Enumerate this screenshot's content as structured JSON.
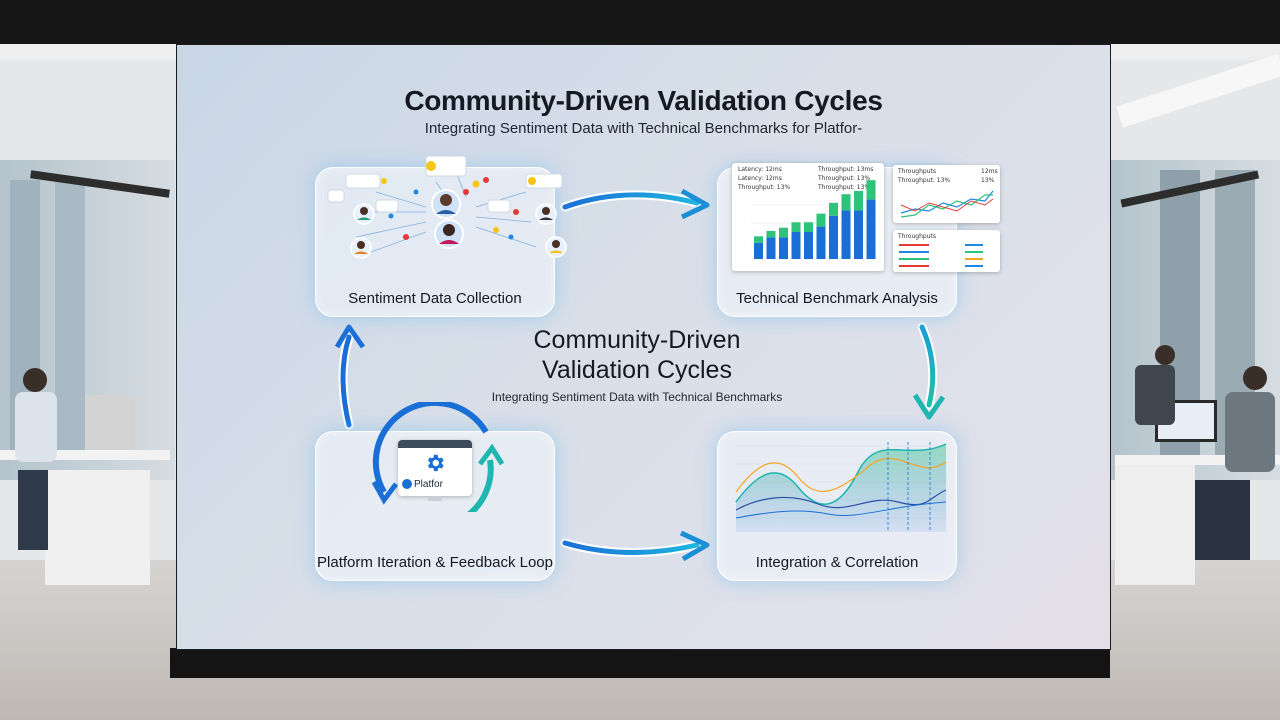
{
  "heading": {
    "title": "Community-Driven Validation Cycles",
    "subtitle": "Integrating Sentiment Data with Technical Benchmarks for Platfor-"
  },
  "center": {
    "title": "Community-Driven Validation Cycles",
    "subtitle": "Integrating Sentiment Data with Technical Benchmarks"
  },
  "stages": [
    {
      "label": "Sentiment Data Collection"
    },
    {
      "label": "Technical Benchmark Analysis"
    },
    {
      "label": "Integration & Correlation"
    },
    {
      "label": "Platform Iteration & Feedback Loop"
    }
  ],
  "benchmark_panel": {
    "left_labels": [
      "Latency: 12ms",
      "Latency: 12ms",
      "Throughput: 13%"
    ],
    "right_labels": [
      "Throughput: 13ms",
      "Throughput: 13%",
      "Throughput: 13%"
    ],
    "bar_values_blue": [
      3,
      4,
      4,
      5,
      5,
      6,
      8,
      9,
      9,
      11
    ],
    "bar_values_green": [
      2,
      2,
      3,
      3,
      3,
      4,
      4,
      5,
      6,
      6
    ],
    "top_right_labels": [
      "Throughputs",
      "12ms",
      "Throughput: 13%",
      "13%"
    ],
    "bottom_right_label": "Throughputs"
  },
  "platform_window": {
    "label": "Platfor"
  },
  "colors": {
    "accent_blue": "#1a6fd6",
    "accent_teal": "#1fb6b0",
    "green": "#2cc37a"
  },
  "icons": [
    "person-icon",
    "chat-bubble-icon",
    "gear-icon",
    "cycle-arrow-icon",
    "arrow-right-icon",
    "arrow-down-icon",
    "arrow-up-icon"
  ]
}
